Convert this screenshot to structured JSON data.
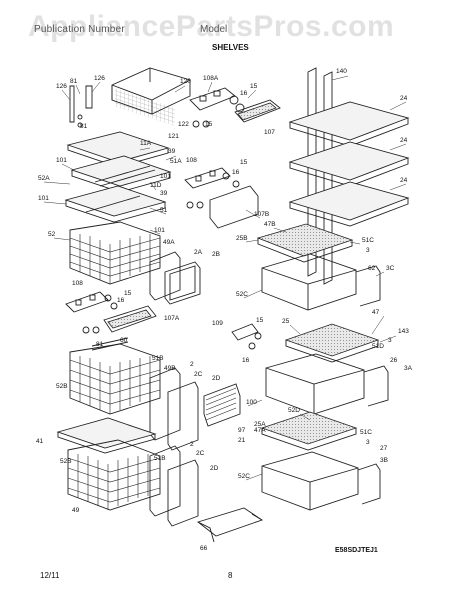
{
  "header": {
    "watermark": "AppliancePartsPros.com",
    "left_text": "Publication Number",
    "right_text": "Model",
    "section_title": "SHELVES"
  },
  "footer": {
    "date": "12/11",
    "page": "8"
  },
  "diagram_code": "E58SDJTEJ1",
  "callouts": [
    "126",
    "81",
    "126",
    "120",
    "108A",
    "15",
    "16",
    "81",
    "122",
    "15",
    "121",
    "107",
    "11A",
    "39",
    "51A",
    "101",
    "52A",
    "11D",
    "108",
    "15",
    "16",
    "101",
    "39",
    "101",
    "51",
    "107B",
    "101",
    "52",
    "49A",
    "2A",
    "2B",
    "108",
    "16",
    "15",
    "107A",
    "81",
    "60",
    "109",
    "15",
    "51B",
    "52B",
    "2",
    "49B",
    "2C",
    "2D",
    "16",
    "97",
    "21",
    "100",
    "41",
    "52B",
    "2",
    "51B",
    "2C",
    "2D",
    "49",
    "66",
    "140",
    "24",
    "24",
    "24",
    "25B",
    "47B",
    "51C",
    "3",
    "62",
    "3C",
    "52C",
    "25",
    "47",
    "143",
    "3",
    "51D",
    "26",
    "3A",
    "52D",
    "47A",
    "25A",
    "51C",
    "3",
    "27",
    "3B",
    "52C",
    "E58SDJTEJ1"
  ]
}
